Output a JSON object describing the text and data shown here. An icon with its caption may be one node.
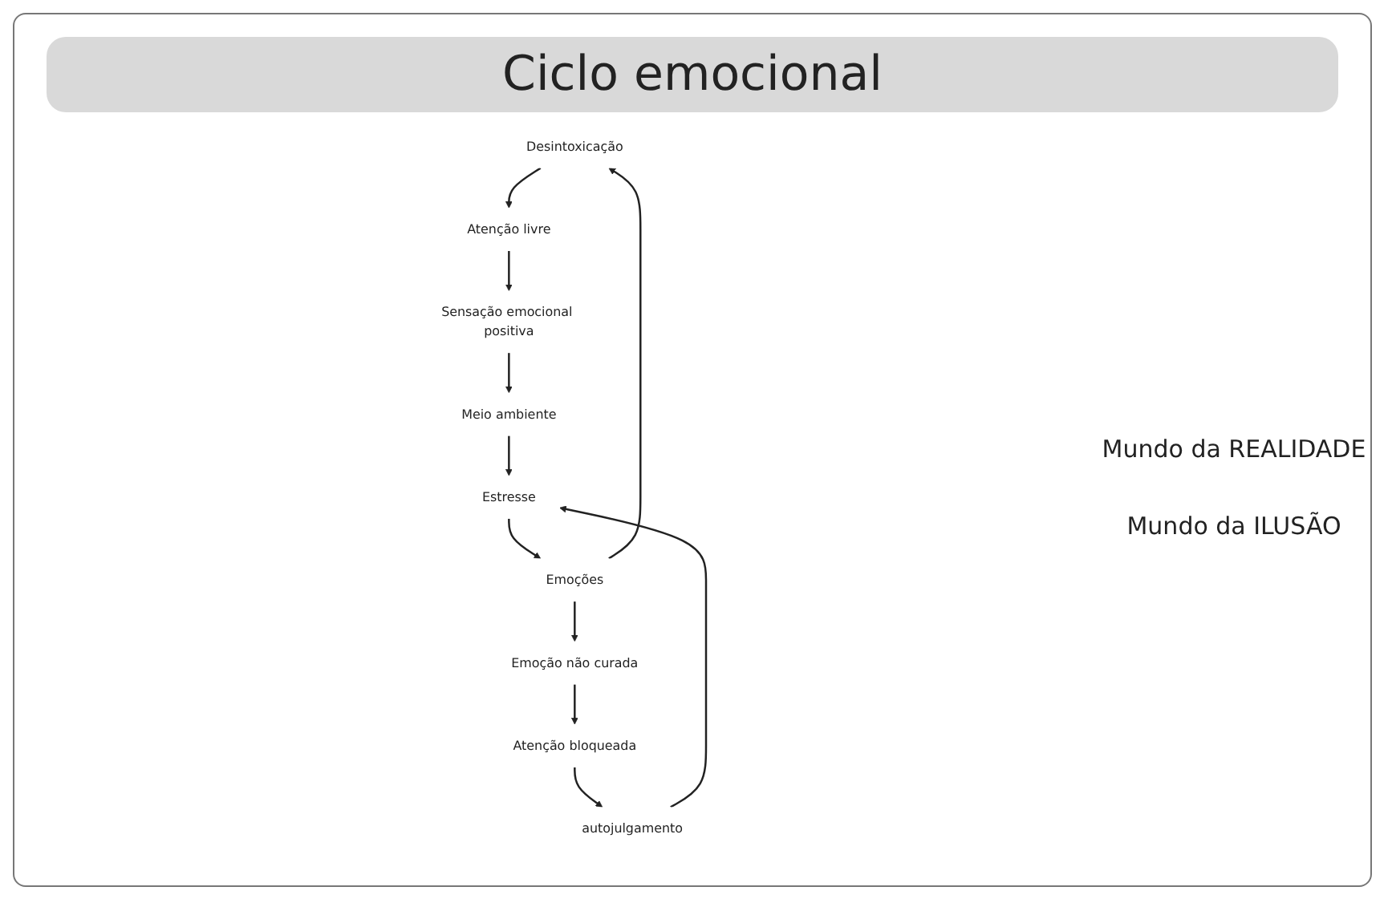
{
  "diagram": {
    "title": "Ciclo emocional",
    "nodes": [
      {
        "text": [
          "Desintoxicação"
        ]
      },
      {
        "text": [
          "Atenção livre"
        ]
      },
      {
        "text": [
          "Sensação emocional positiva"
        ]
      },
      {
        "text": [
          "Meio ambiente"
        ]
      },
      {
        "text": [
          "Estresse"
        ]
      },
      {
        "text": [
          "Emoções"
        ]
      },
      {
        "text": [
          "Emoção não curada"
        ]
      },
      {
        "text": [
          "Atenção bloqueada"
        ]
      },
      {
        "text": [
          "autojulgamento"
        ]
      }
    ],
    "edges": [
      {
        "from": 5,
        "to": 0,
        "arrow": "to"
      },
      {
        "from": 5,
        "to": 6,
        "arrow": "to"
      },
      {
        "from": 6,
        "to": 7,
        "arrow": "to"
      },
      {
        "from": 7,
        "to": 8,
        "arrow": "to"
      },
      {
        "from": 8,
        "to": 4,
        "arrow": "to"
      },
      {
        "from": 3,
        "to": 4,
        "arrow": "to"
      },
      {
        "from": 4,
        "to": 5,
        "arrow": "to"
      },
      {
        "from": 0,
        "to": 1,
        "arrow": "to"
      },
      {
        "from": 1,
        "to": 2,
        "arrow": "to"
      },
      {
        "from": 2,
        "to": 3,
        "arrow": "to"
      }
    ],
    "labels": [
      "Mundo da REALIDADE",
      "Mundo da ILUSÃO"
    ]
  }
}
